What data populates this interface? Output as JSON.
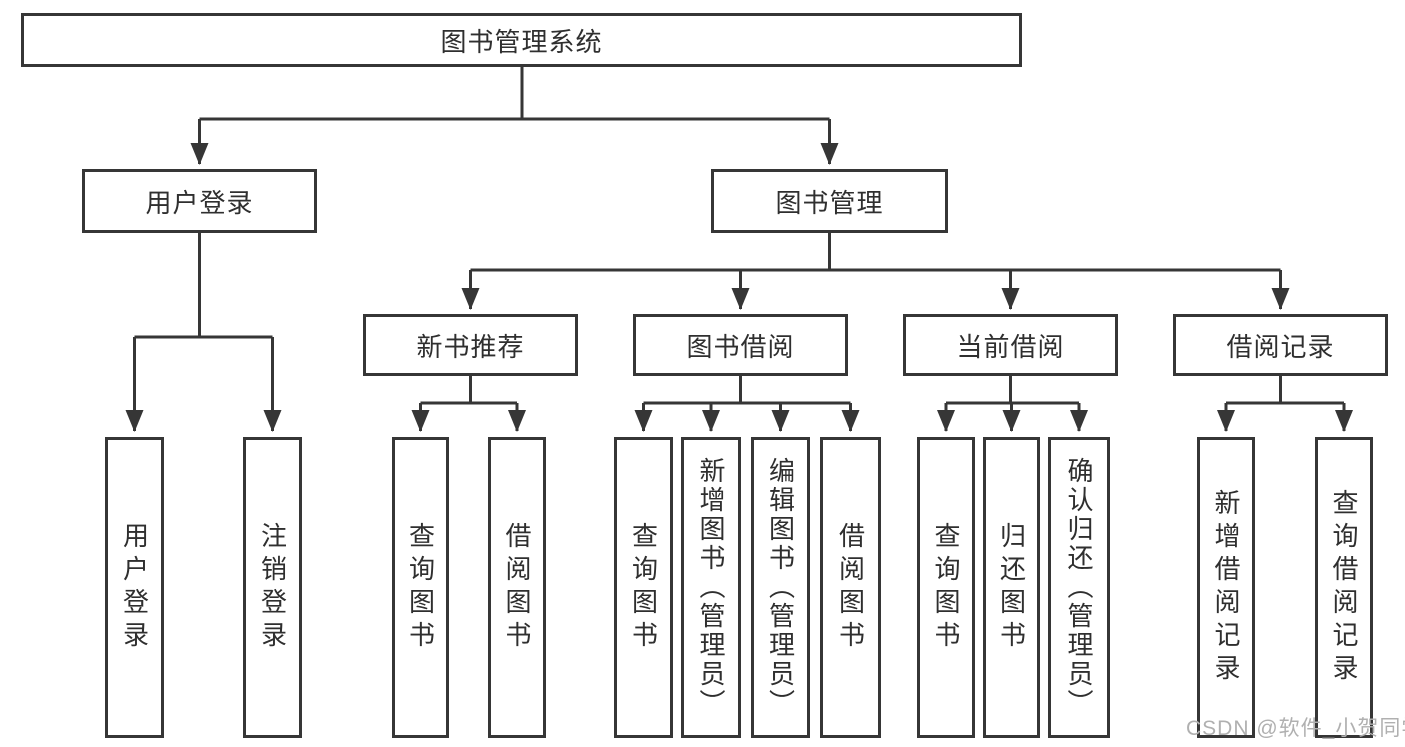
{
  "diagram": {
    "root": {
      "label": "图书管理系统"
    },
    "branches": [
      {
        "label": "用户登录",
        "children": [
          {
            "label": "用户登录"
          },
          {
            "label": "注销登录"
          }
        ]
      },
      {
        "label": "图书管理",
        "children": [
          {
            "label": "新书推荐",
            "children": [
              {
                "label": "查询图书"
              },
              {
                "label": "借阅图书"
              }
            ]
          },
          {
            "label": "图书借阅",
            "children": [
              {
                "label": "查询图书"
              },
              {
                "label": "新增图书（管理员）"
              },
              {
                "label": "编辑图书（管理员）"
              },
              {
                "label": "借阅图书"
              }
            ]
          },
          {
            "label": "当前借阅",
            "children": [
              {
                "label": "查询图书"
              },
              {
                "label": "归还图书"
              },
              {
                "label": "确认归还（管理员）"
              }
            ]
          },
          {
            "label": "借阅记录",
            "children": [
              {
                "label": "新增借阅记录"
              },
              {
                "label": "查询借阅记录"
              }
            ]
          }
        ]
      }
    ]
  },
  "watermark": {
    "text": "CSDN @软件_小贺同学"
  },
  "colors": {
    "line": "#363636",
    "box_fill": "#ffffff",
    "text": "#2f2f2f",
    "background": "#ffffff",
    "watermark": "#b0b0b0"
  }
}
